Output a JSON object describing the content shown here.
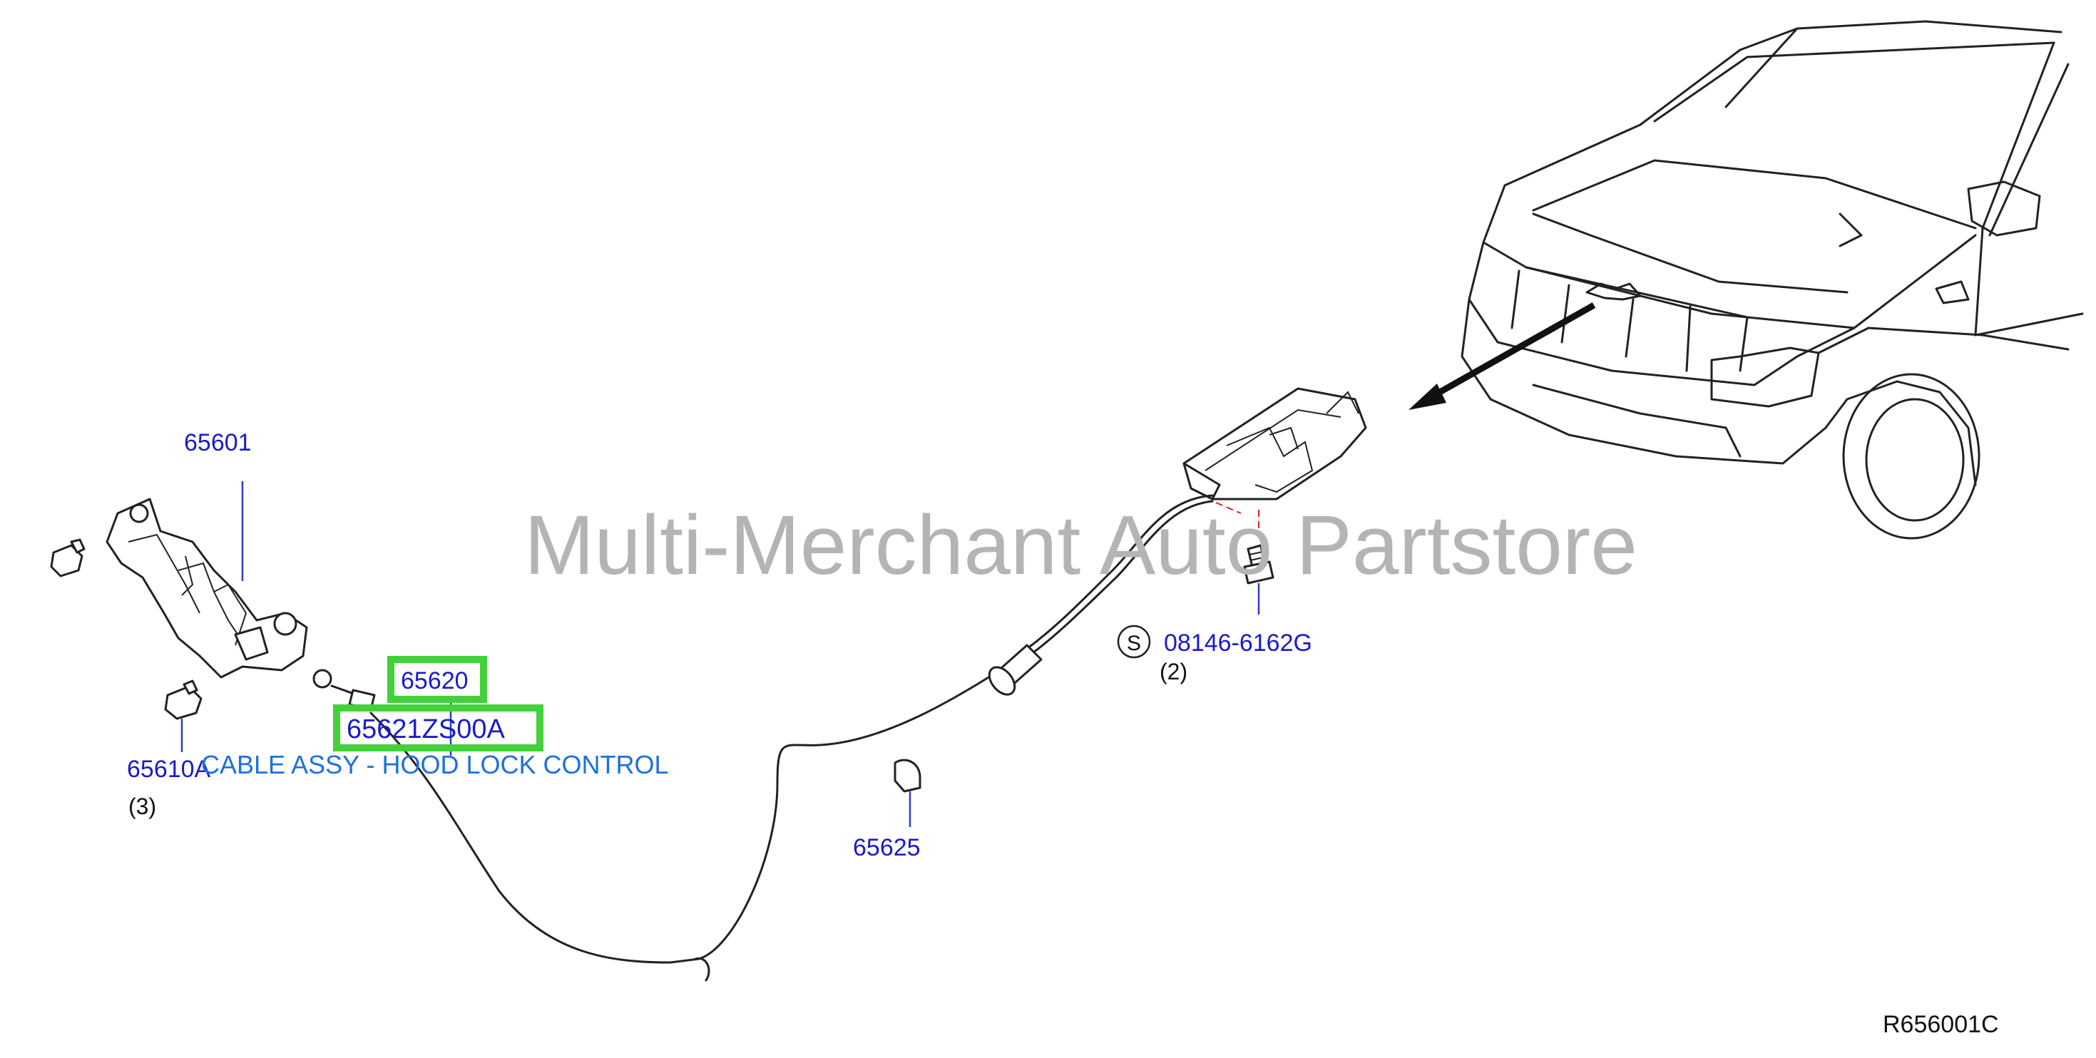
{
  "watermark": "Multi-Merchant Auto Partstore",
  "reference_code": "R656001C",
  "description": "CABLE ASSY - HOOD LOCK CONTROL",
  "standard_part_symbol": "S",
  "parts": {
    "hood_lock": {
      "number": "65601"
    },
    "bumper_rubber": {
      "number": "65610A",
      "quantity": "(3)"
    },
    "hood_lock_cable": {
      "number": "65620",
      "highlighted": true
    },
    "cable_alt_number": {
      "number": "65621ZS00A",
      "highlighted": true
    },
    "cable_clip": {
      "number": "65625"
    },
    "handle_bolt": {
      "number": "08146-6162G",
      "quantity": "(2)"
    }
  },
  "colors": {
    "part_number_text": "#1a1acc",
    "highlight_box": "#43d13a",
    "description_text": "#1f6fe0",
    "watermark": "#b4b4b4"
  }
}
